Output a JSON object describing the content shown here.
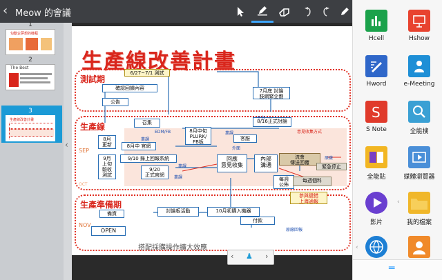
{
  "app": {
    "title": "Meow 的會議"
  },
  "thumbnails": [
    {
      "number": "1",
      "title": "勾動企夢想的機程"
    },
    {
      "number": "2",
      "title": "The Best"
    },
    {
      "number": "3",
      "title": "生產線改善計畫"
    }
  ],
  "slide": {
    "title": "生產線改善計畫",
    "sections": {
      "test": "測試期",
      "production": "生產線",
      "prep": "生產準備期"
    },
    "sep_label": "SEP",
    "nov_label": "NOV",
    "oct_label": "OCT",
    "boxes": {
      "b1": "6/27~7/1 測試",
      "b2": "確認回饋內容",
      "b3": "公告",
      "b4": "7月底 討論\n肢網緊企劃",
      "b5": "召集",
      "b6": "8/16正式討論",
      "b7": "8月中旬\nPLURK/\nFB板",
      "b8": "客服",
      "b9": "8月\n更新",
      "b10": "8月中 官網",
      "b11": "9/10 錄上回報系統",
      "b12": "9月\n上旬\n驗收\n測試",
      "b13": "9/20\n正式官網",
      "b14": "回應\n意見收集",
      "b15": "內部\n溝通",
      "b16": "流會\n傳送回覆",
      "b17": "緊急停止",
      "b18": "每週\n公佈",
      "b19": "每週個料",
      "b20": "參與鍵錯\n上海通報",
      "b21": "備資",
      "b22": "討論板活動",
      "b23": "10月初購入機器",
      "b24": "付款",
      "b25": "OPEN"
    },
    "tiny": {
      "edm": "EDM/FB",
      "t1": "業課",
      "t2": "業課",
      "t3": "意見收集方式",
      "t4": "平台",
      "t5": "外面",
      "t6": "業課",
      "t7": "業課",
      "t8": "原廠",
      "t9": "原廠回報"
    },
    "footer": "搭配採購操作擴大效應"
  },
  "drawer": {
    "apps": [
      {
        "label": "Hcell",
        "icon": "hcell-icon",
        "color": "#1ba24b"
      },
      {
        "label": "Hshow",
        "icon": "hshow-icon",
        "color": "#e8432f"
      },
      {
        "label": "Hword",
        "icon": "hword-icon",
        "color": "#2f67c9"
      },
      {
        "label": "e-Meeting",
        "icon": "emeeting-icon",
        "color": "#1e8fd6"
      },
      {
        "label": "S Note",
        "icon": "snote-icon",
        "color": "#e03a2b"
      },
      {
        "label": "全能搜",
        "icon": "search-app-icon",
        "color": "#3aa0d4"
      },
      {
        "label": "全能貼",
        "icon": "paste-app-icon",
        "color": "#f2b622"
      },
      {
        "label": "媒體瀏覽器",
        "icon": "media-browser-icon",
        "color": "#4a8fd8"
      },
      {
        "label": "影片",
        "icon": "video-icon",
        "color": "#6a3fd0"
      },
      {
        "label": "我的檔案",
        "icon": "folder-icon",
        "color": "#f0b72a"
      },
      {
        "label": "",
        "icon": "globe-icon",
        "color": "#1d7fd4"
      },
      {
        "label": "",
        "icon": "contacts-icon",
        "color": "#f08a2a"
      }
    ]
  }
}
